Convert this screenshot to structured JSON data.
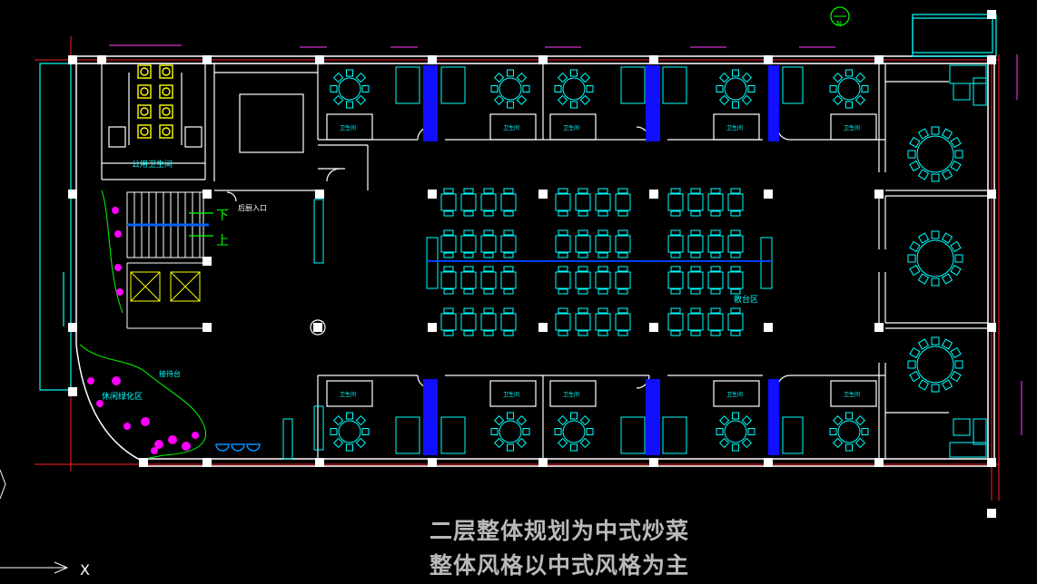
{
  "labels": {
    "public_toilet": "公用卫生间",
    "back_kitchen_entry": "后厨入口",
    "stair_down": "下",
    "stair_up": "上",
    "hall_area": "散台区",
    "leisure_area": "休闲绿化区",
    "reception": "接待台",
    "restroom": "卫生间",
    "north_symbol": "N",
    "axis_x": "X"
  },
  "captions": {
    "line1": "二层整体规划为中式炒菜",
    "line2": "整体风格以中式风格为主"
  },
  "colors": {
    "background": "#000000",
    "wall": "#ffffff",
    "furniture": "#00ffff",
    "partition": "#0000ff",
    "plants": "#ff00ff",
    "axis": "#ff0000",
    "green_text": "#00ff00",
    "caption": "#b9b9b9"
  }
}
